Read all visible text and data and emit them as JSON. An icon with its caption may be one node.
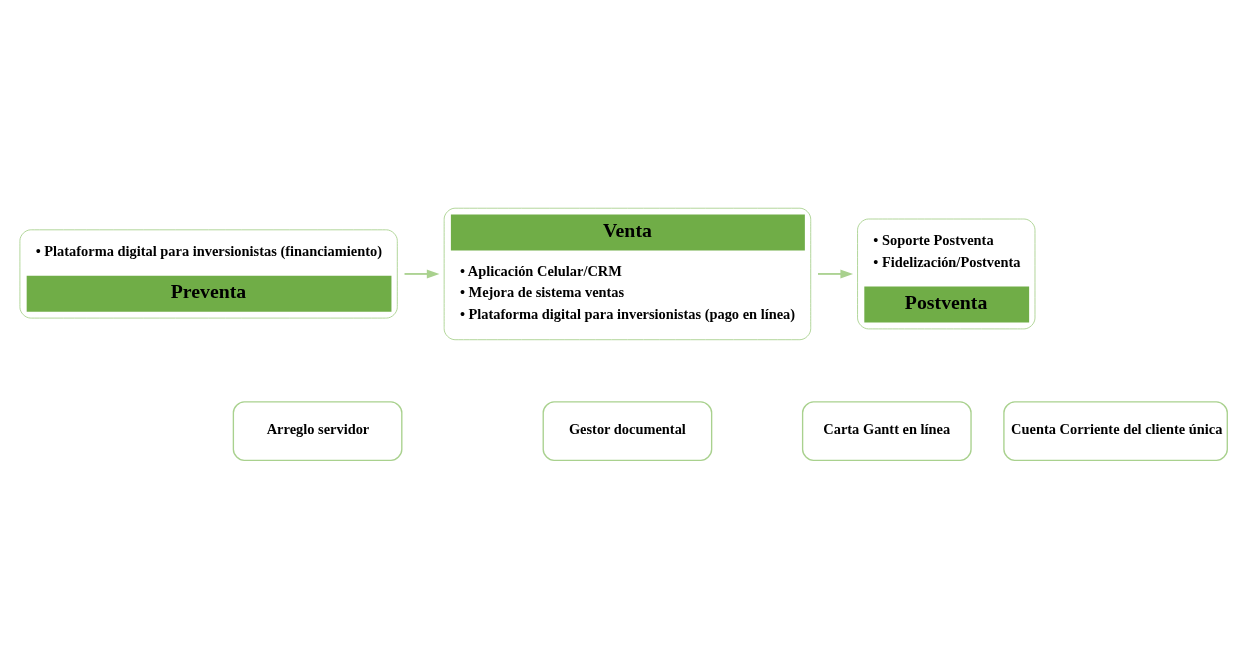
{
  "diagram": {
    "nodes": [
      {
        "text": [
          "• Plataforma digital para inversionistas (financiamiento)",
          "Preventa"
        ]
      },
      {
        "text": [
          "Venta",
          "• Aplicación Celular/CRM",
          "• Mejora de sistema ventas",
          "• Plataforma digital para inversionistas (pago en línea)"
        ]
      },
      {
        "text": [
          "• Soporte Postventa",
          "• Fidelización/Postventa",
          "Postventa"
        ]
      },
      {
        "text": [
          "Arreglo servidor"
        ]
      },
      {
        "text": [
          "Gestor documental"
        ]
      },
      {
        "text": [
          "Carta Gantt en línea"
        ]
      },
      {
        "text": [
          "Cuenta Corriente del cliente única"
        ]
      }
    ],
    "edges": [
      {
        "from": 0,
        "to": 1,
        "arrow": "to"
      },
      {
        "from": 1,
        "to": 2,
        "arrow": "to"
      }
    ]
  }
}
